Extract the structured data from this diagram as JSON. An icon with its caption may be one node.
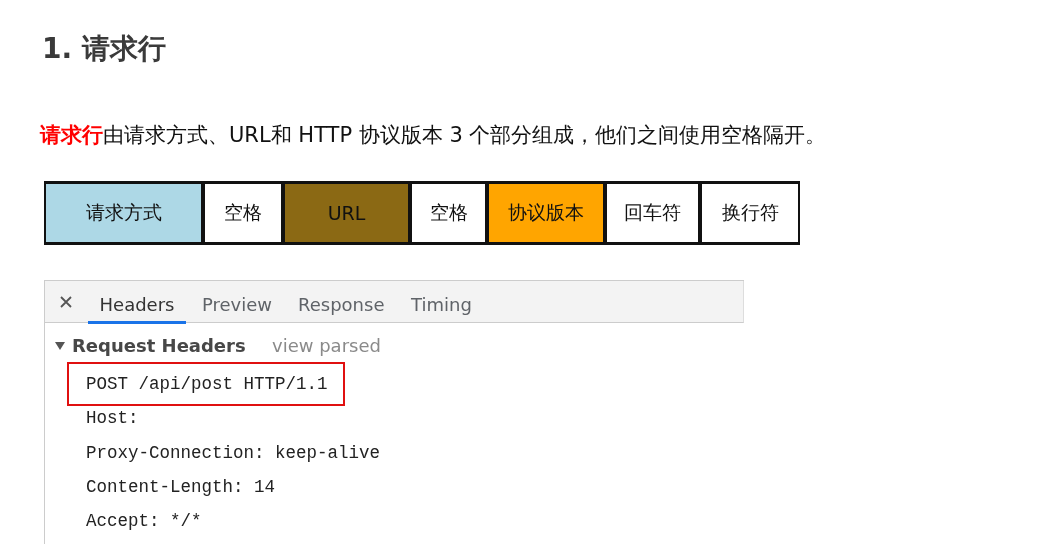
{
  "diagram": {
    "title": "1. 请求行",
    "nodes": [
      {
        "text": [
          "请求方式"
        ]
      },
      {
        "text": [
          "空格"
        ]
      },
      {
        "text": [
          "URL"
        ]
      },
      {
        "text": [
          "空格"
        ]
      },
      {
        "text": [
          "协议版本"
        ]
      },
      {
        "text": [
          "回车符"
        ]
      },
      {
        "text": [
          "换行符"
        ]
      },
      {
        "text": [
          "POST /api/post HTTP/1.1"
        ]
      }
    ],
    "labels": [
      "**请求行**由请求方式、URL和 HTTP 协议版本 3 个部分组成，他们之间使用空格隔开。",
      "Headers",
      "Preview",
      "Response",
      "Timing",
      "Request Headers",
      "view parsed",
      "Host:",
      "Proxy-Connection: keep-alive",
      "Content-Length: 14",
      "Accept: */*"
    ]
  }
}
